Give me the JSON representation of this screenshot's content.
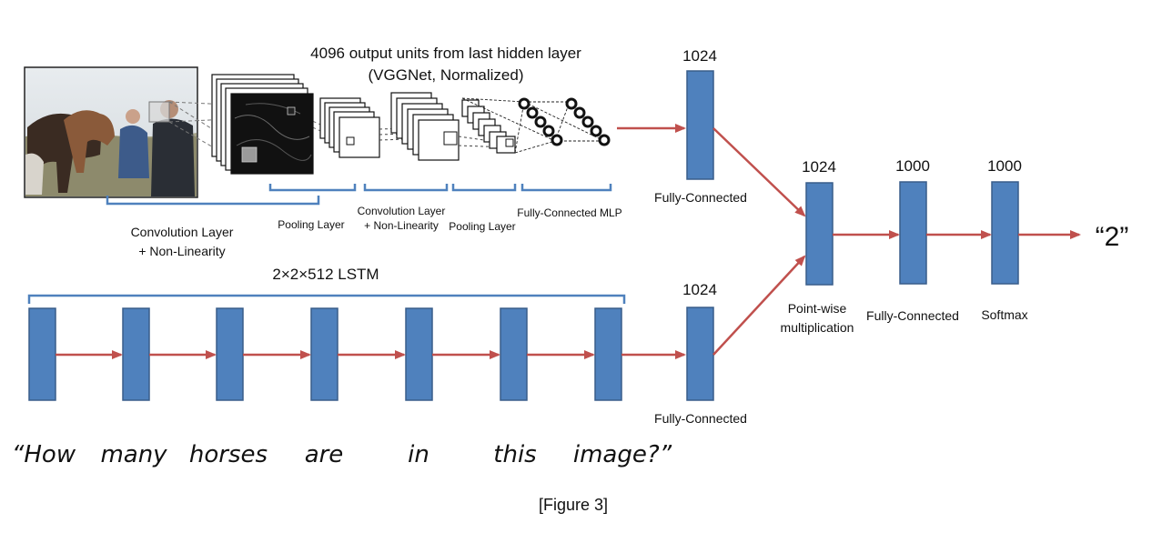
{
  "cnn": {
    "title_line1": "4096 output  units from last hidden layer",
    "title_line2": "(VGGNet, Normalized)",
    "conv1_line1": "Convolution Layer",
    "conv1_line2": "+ Non-Linearity",
    "pool1": "Pooling Layer",
    "conv2_line1": "Convolution Layer",
    "conv2_line2": "+ Non-Linearity",
    "pool2": "Pooling  Layer",
    "mlp": "Fully-Connected MLP"
  },
  "image_fc": {
    "size": "1024",
    "label": "Fully-Connected"
  },
  "lstm": {
    "title": "2×2×512 LSTM",
    "cells": 7
  },
  "question_fc": {
    "size": "1024",
    "label": "Fully-Connected"
  },
  "fusion": {
    "size": "1024",
    "label_line1": "Point-wise",
    "label_line2": "multiplication"
  },
  "fc_out": {
    "size": "1000",
    "label": "Fully-Connected"
  },
  "softmax": {
    "size": "1000",
    "label": "Softmax"
  },
  "answer": "“2”",
  "question_words": [
    "“How",
    "many",
    "horses",
    "are",
    "in",
    "this",
    "image?”"
  ],
  "caption": "[Figure 3]",
  "colors": {
    "block": "#4f81bd",
    "block_border": "#385d8a",
    "arrow": "#c0504d",
    "bracket": "#4f81bd"
  }
}
